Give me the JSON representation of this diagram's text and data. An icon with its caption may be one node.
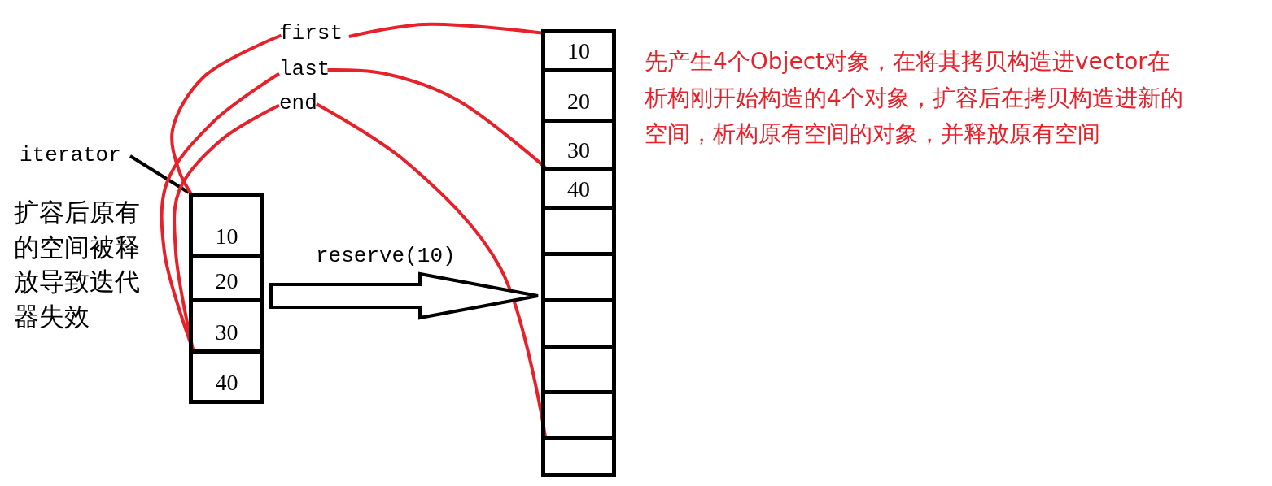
{
  "diagram": {
    "nodes": [
      {
        "text": [
          "first"
        ]
      },
      {
        "text": [
          "last"
        ]
      },
      {
        "text": [
          "end"
        ]
      },
      {
        "text": [
          "iterator"
        ]
      },
      {
        "text": [],
        "shape": "box"
      },
      {
        "text": [
          "10"
        ],
        "in": 4
      },
      {
        "text": [
          "20"
        ],
        "in": 4
      },
      {
        "text": [
          "30"
        ],
        "in": 4
      },
      {
        "text": [
          "40"
        ],
        "in": 4
      },
      {
        "text": [],
        "shape": "box"
      },
      {
        "text": [
          "10"
        ],
        "in": 9
      },
      {
        "text": [
          "20"
        ],
        "in": 9
      },
      {
        "text": [
          "30"
        ],
        "in": 9
      },
      {
        "text": [
          "40"
        ],
        "in": 9
      },
      {
        "text": [],
        "shape": "box",
        "in": 9
      },
      {
        "text": [],
        "shape": "box",
        "in": 9
      },
      {
        "text": [],
        "shape": "box",
        "in": 9
      },
      {
        "text": [],
        "shape": "box",
        "in": 9
      },
      {
        "text": [],
        "shape": "box",
        "in": 9
      },
      {
        "text": [],
        "shape": "box",
        "in": 9
      }
    ],
    "edges": [
      {
        "from": 3,
        "to": 4,
        "arrow": "none",
        "color": "#000000"
      },
      {
        "from": 0,
        "to": 5,
        "arrow": "none"
      },
      {
        "from": 1,
        "to": 8,
        "arrow": "none"
      },
      {
        "from": 2,
        "to": 8,
        "arrow": "none"
      },
      {
        "from": 0,
        "to": 10,
        "arrow": "none"
      },
      {
        "from": 1,
        "to": 13,
        "arrow": "none"
      },
      {
        "from": 2,
        "to": 19,
        "arrow": "none"
      },
      {
        "from": 4,
        "to": 9,
        "arrow": "to",
        "label": "reserve(10)",
        "style": "thick",
        "color": "#000000"
      }
    ],
    "labels": [
      "扩容后原有的空间被释放导致迭代器失效",
      "先产生4个Object对象，在将其拷贝构造进vector在析构刚开始构造的4个对象，扩容后在拷贝构造进新的空间，析构原有空间的对象，并释放原有空间"
    ]
  }
}
